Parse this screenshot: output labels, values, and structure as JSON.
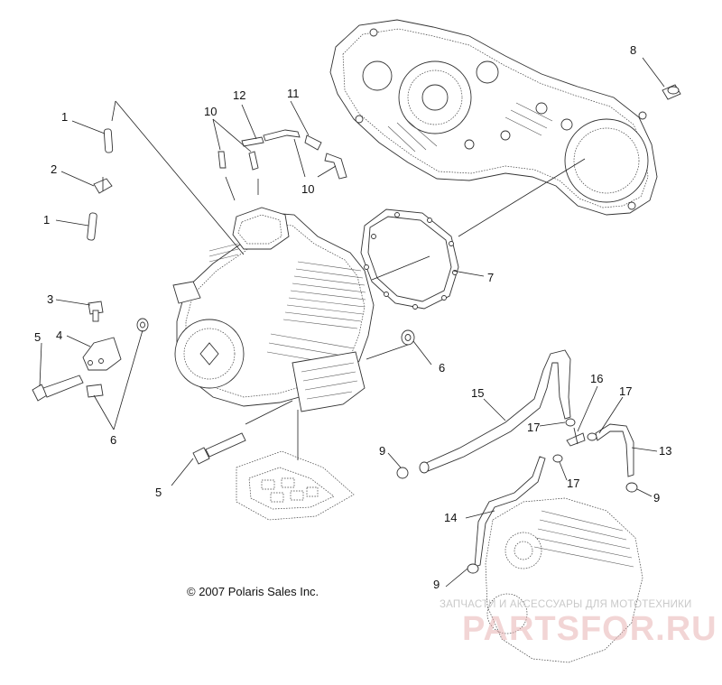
{
  "diagram": {
    "callouts": [
      {
        "id": "c1a",
        "text": "1"
      },
      {
        "id": "c2",
        "text": "2"
      },
      {
        "id": "c1b",
        "text": "1"
      },
      {
        "id": "c3",
        "text": "3"
      },
      {
        "id": "c4",
        "text": "4"
      },
      {
        "id": "c5a",
        "text": "5"
      },
      {
        "id": "c6a",
        "text": "6"
      },
      {
        "id": "c10a",
        "text": "10"
      },
      {
        "id": "c12",
        "text": "12"
      },
      {
        "id": "c11",
        "text": "11"
      },
      {
        "id": "c10b",
        "text": "10"
      },
      {
        "id": "c8",
        "text": "8"
      },
      {
        "id": "c7",
        "text": "7"
      },
      {
        "id": "c6b",
        "text": "6"
      },
      {
        "id": "c5b",
        "text": "5"
      },
      {
        "id": "c15",
        "text": "15"
      },
      {
        "id": "c16",
        "text": "16"
      },
      {
        "id": "c17a",
        "text": "17"
      },
      {
        "id": "c17b",
        "text": "17"
      },
      {
        "id": "c9a",
        "text": "9"
      },
      {
        "id": "c13",
        "text": "13"
      },
      {
        "id": "c17c",
        "text": "17"
      },
      {
        "id": "c9b",
        "text": "9"
      },
      {
        "id": "c14",
        "text": "14"
      },
      {
        "id": "c9c",
        "text": "9"
      }
    ],
    "copyright": "© 2007 Polaris Sales Inc.",
    "watermark": {
      "tagline": "ЗАПЧАСТИ И АКСЕССУАРЫ ДЛЯ МОТОТЕХНИКИ",
      "logo": "PARTSFOR.RU"
    },
    "colors": {
      "line": "#333333",
      "watermark_logo": "#e8b2b2",
      "watermark_text": "#c9c9c9"
    }
  }
}
